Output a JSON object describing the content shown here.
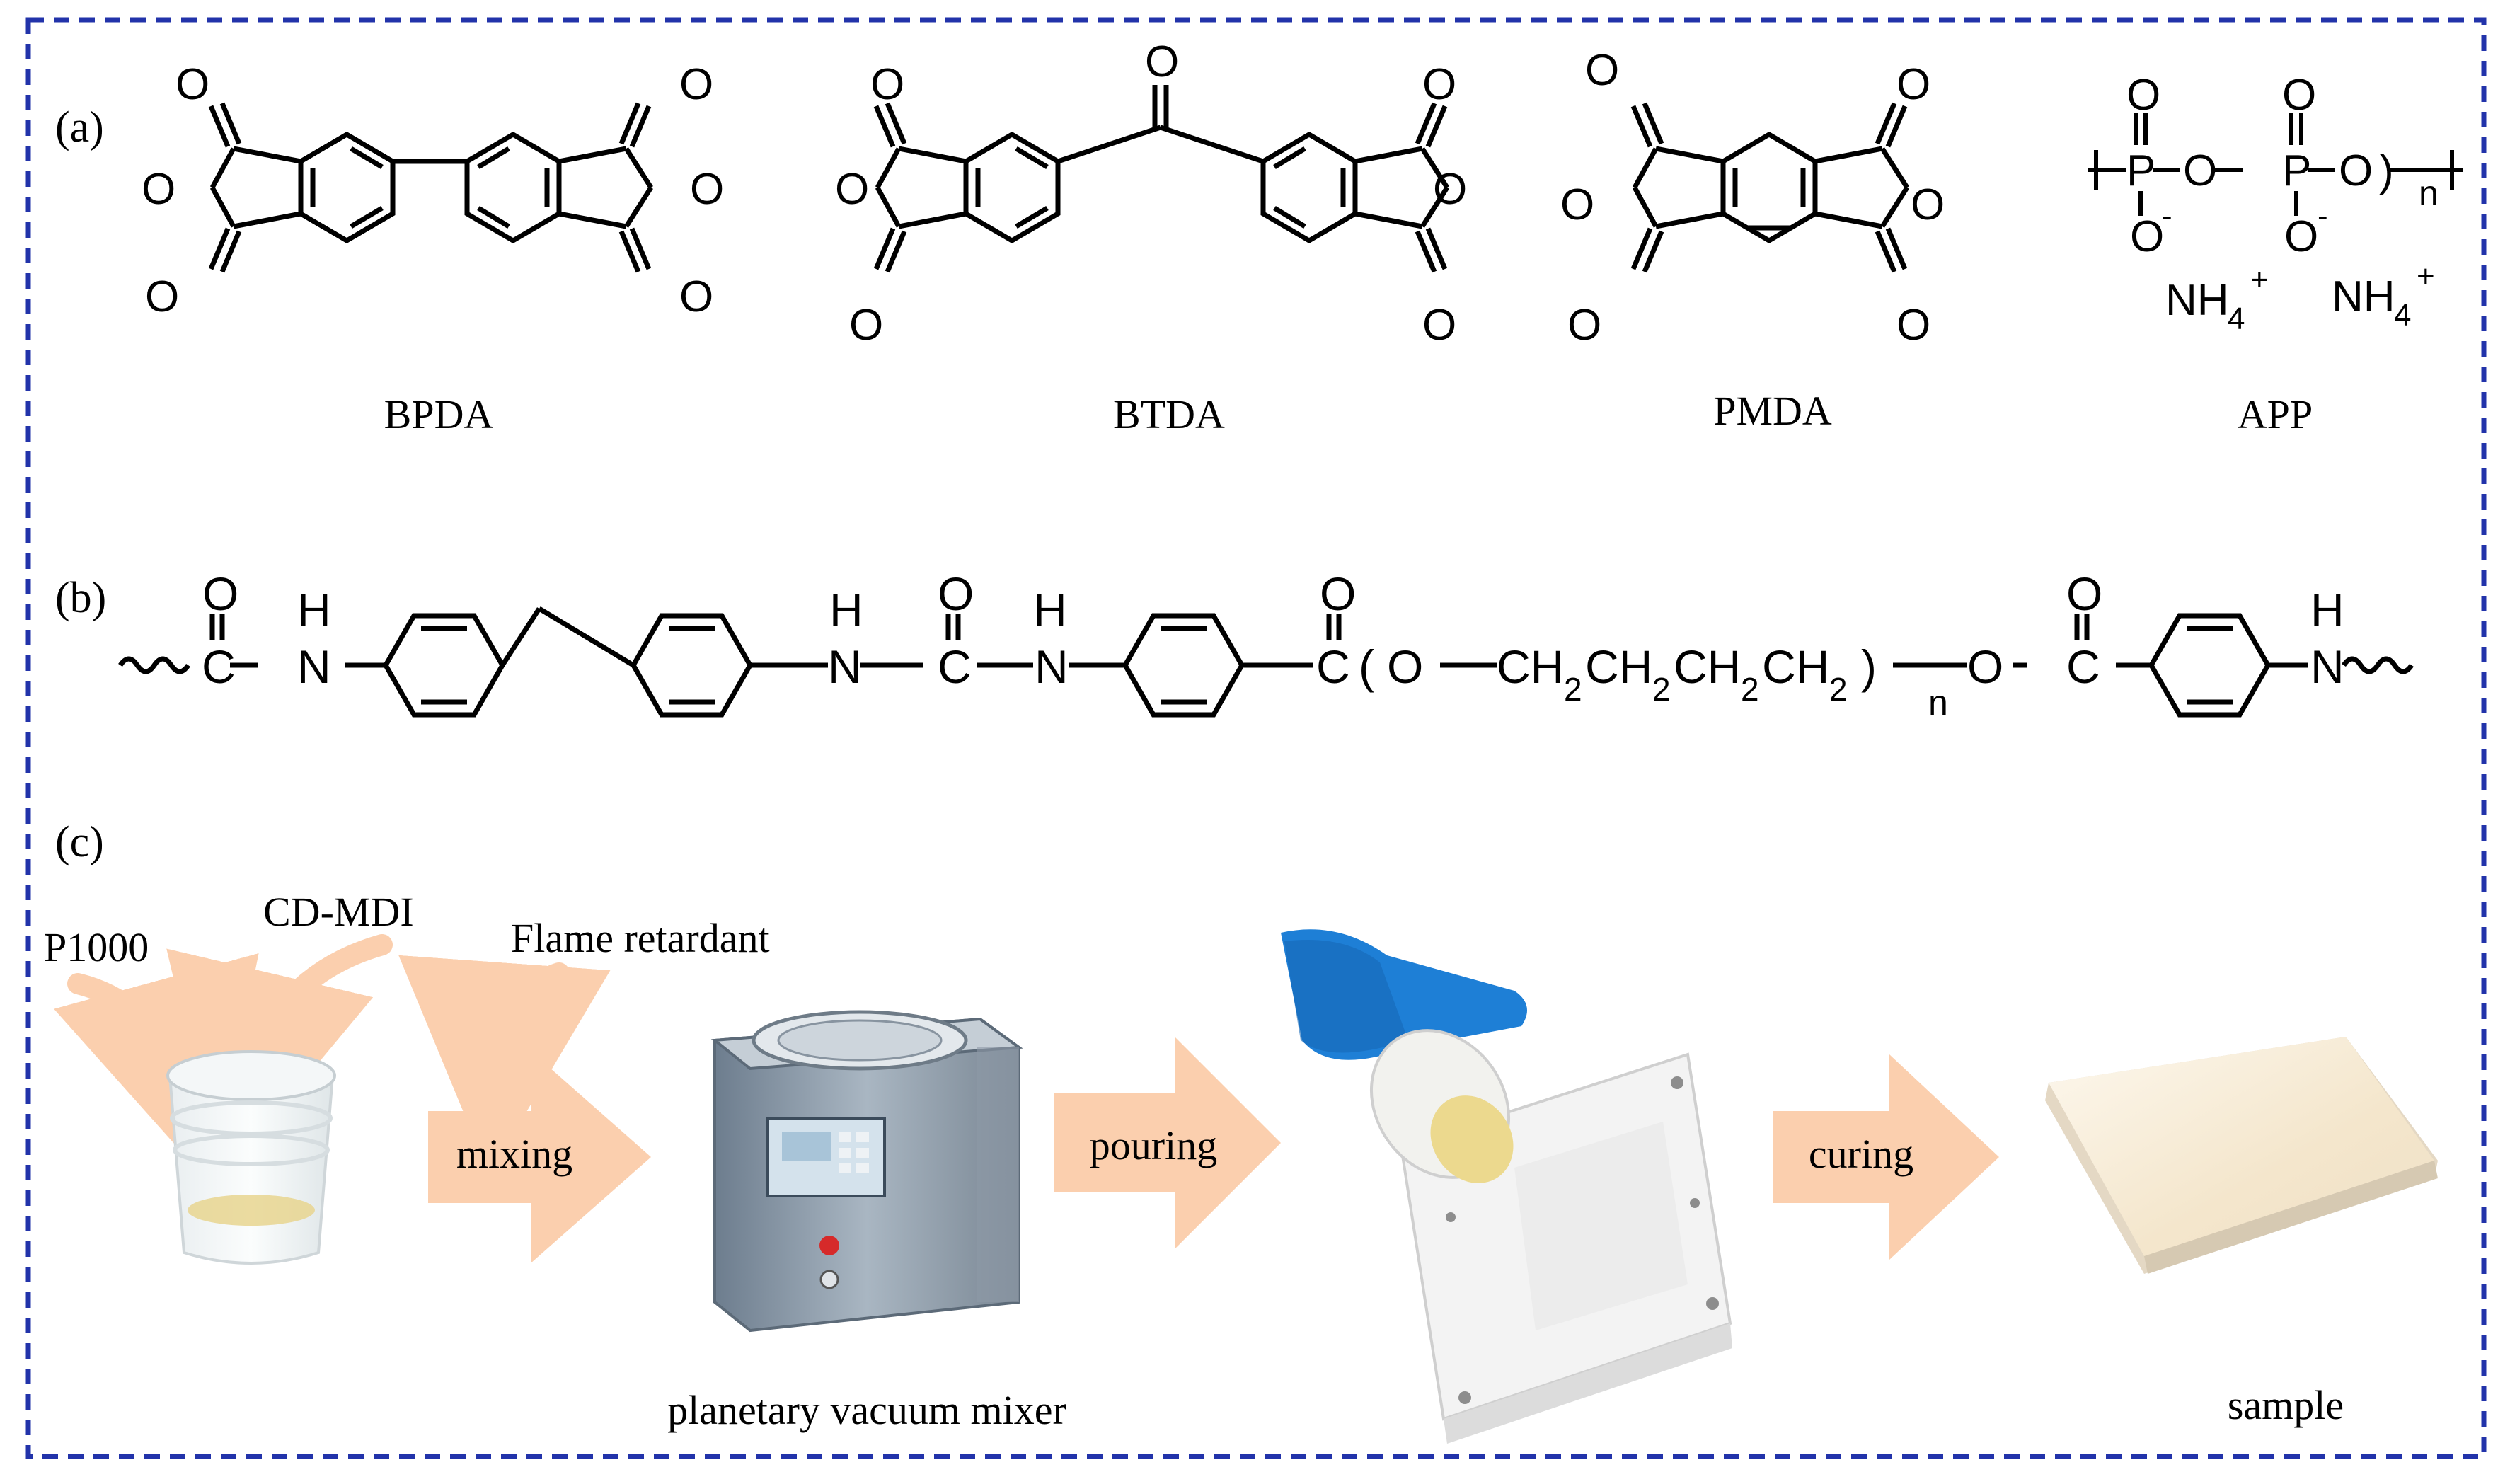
{
  "frame": {
    "border_color": "#2233aa",
    "border_style": "dashed"
  },
  "panels": {
    "a": {
      "label": "(a)"
    },
    "b": {
      "label": "(b)"
    },
    "c": {
      "label": "(c)"
    }
  },
  "chemicals": [
    {
      "name": "BPDA"
    },
    {
      "name": "BTDA"
    },
    {
      "name": "PMDA"
    },
    {
      "name": "APP"
    }
  ],
  "app_structure": {
    "o_top_1": "O",
    "o_top_2": "O",
    "p_1": "P",
    "p_2": "P",
    "o_link_1": "O",
    "o_link_2": "O",
    "o_minus_1": "O",
    "o_minus_2": "O",
    "minus": "-",
    "repeat": "n",
    "nh4": "NH",
    "nh4_sub": "4",
    "nh4_sup": "+"
  },
  "polymer_b": {
    "o": "O",
    "c": "C",
    "n": "N",
    "h": "H",
    "ch2": "CH",
    "sub2": "2",
    "repeat": "n"
  },
  "process": {
    "inputs": [
      "P1000",
      "CD-MDI",
      "Flame retardant"
    ],
    "steps": [
      "mixing",
      "pouring",
      "curing"
    ],
    "captions": [
      "planetary vacuum mixer",
      "sample"
    ],
    "arrow_color": "#fbcfae",
    "glove_color": "#1e7fd6"
  }
}
